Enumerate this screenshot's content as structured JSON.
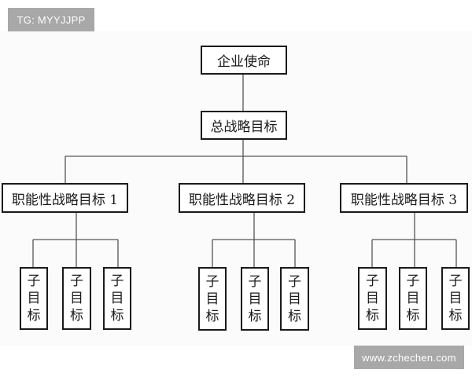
{
  "watermarks": {
    "top_left": "TG: MYYJJPP",
    "bottom_right": "www.zchechen.com"
  },
  "colors": {
    "line": "#555555",
    "box_border": "#1a1a1a",
    "watermark_bg": "#a8a8a8"
  },
  "diagram": {
    "root": "企业使命",
    "level1": "总战略目标",
    "functional_goals": [
      {
        "label": "职能性战略目标 1",
        "sub_goals": [
          [
            "子",
            "目",
            "标"
          ],
          [
            "子",
            "目",
            "标"
          ],
          [
            "子",
            "目",
            "标"
          ]
        ]
      },
      {
        "label": "职能性战略目标 2",
        "sub_goals": [
          [
            "子",
            "目",
            "标"
          ],
          [
            "子",
            "目",
            "标"
          ],
          [
            "子",
            "目",
            "标"
          ]
        ]
      },
      {
        "label": "职能性战略目标 3",
        "sub_goals": [
          [
            "子",
            "目",
            "标"
          ],
          [
            "子",
            "目",
            "标"
          ],
          [
            "子",
            "目",
            "标"
          ]
        ]
      }
    ]
  }
}
